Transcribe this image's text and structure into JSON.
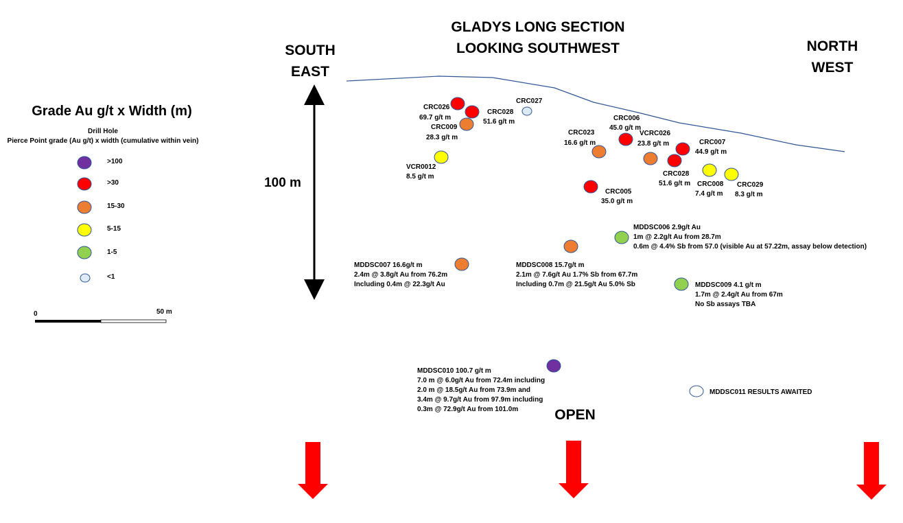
{
  "title": [
    "GLADYS LONG SECTION",
    "LOOKING SOUTHWEST"
  ],
  "directions": {
    "left": [
      "SOUTH",
      "EAST"
    ],
    "right": [
      "NORTH",
      "WEST"
    ]
  },
  "vertical_scale_label": "100 m",
  "open_label": "OPEN",
  "legend": {
    "title": "Grade Au g/t  x Width (m)",
    "subtitle1": "Drill Hole",
    "subtitle2": "Pierce Point grade (Au g/t)  x width (cumulative within vein)",
    "items": [
      {
        "label": ">100",
        "color": "#7030A0"
      },
      {
        "label": ">30",
        "color": "#FF0000"
      },
      {
        "label": "15-30",
        "color": "#ED7D31"
      },
      {
        "label": "5-15",
        "color": "#FFFF00"
      },
      {
        "label": "1-5",
        "color": "#92D050"
      },
      {
        "label": "<1",
        "color": "#DEEBF7"
      }
    ]
  },
  "scale_bar": {
    "start": "0",
    "end": "50 m"
  },
  "colors": {
    "surface_line": "#2F5597",
    "marker_stroke": "#2F5597",
    "arrow": "#FF0000"
  },
  "drill_holes": [
    {
      "name": "CRC026",
      "grade": "69.7 g/t m",
      "class": ">30"
    },
    {
      "name": "CRC028",
      "grade": "51.6 g/t m",
      "class": ">30"
    },
    {
      "name": "CRC009",
      "grade": "28.3 g/t m",
      "class": "15-30"
    },
    {
      "name": "CRC027",
      "grade": "",
      "class": "<1"
    },
    {
      "name": "VCR0012",
      "grade": "8.5 g/t m",
      "class": "5-15"
    },
    {
      "name": "CRC023",
      "grade": "16.6 g/t m",
      "class": "15-30"
    },
    {
      "name": "CRC006",
      "grade": "45.0 g/t m",
      "class": ">30"
    },
    {
      "name": "VCRC026",
      "grade": "23.8 g/t m",
      "class": "15-30"
    },
    {
      "name": "CRC007",
      "grade": "44.9 g/t m",
      "class": ">30"
    },
    {
      "name": "CRC028",
      "grade": "51.6 g/t m",
      "class": ">30"
    },
    {
      "name": "CRC008",
      "grade": "7.4 g/t m",
      "class": "5-15"
    },
    {
      "name": "CRC029",
      "grade": "8.3 g/t m",
      "class": "5-15"
    },
    {
      "name": "CRC005",
      "grade": "35.0 g/t m",
      "class": ">30"
    },
    {
      "name": "MDDSC006 2.9g/t Au",
      "lines": [
        "1m @ 2.2g/t Au from 28.7m",
        "0.6m @ 4.4% Sb from 57.0 (visible Au at 57.22m, assay below detection)"
      ],
      "class": "1-5"
    },
    {
      "name": "MDDSC007 16.6g/t  m",
      "lines": [
        "2.4m @ 3.8g/t Au from 76.2m",
        "Including 0.4m @ 22.3g/t Au"
      ],
      "class": "15-30"
    },
    {
      "name": "MDDSC008 15.7g/t m",
      "lines": [
        "2.1m @ 7.6g/t Au 1.7% Sb from 67.7m",
        "Including 0.7m @ 21.5g/t Au 5.0% Sb"
      ],
      "class": "15-30"
    },
    {
      "name": "MDDSC009 4.1 g/t m",
      "lines": [
        "1.7m @ 2.4g/t Au from 67m",
        "No Sb assays TBA"
      ],
      "class": "1-5"
    },
    {
      "name": "MDDSC010 100.7 g/t m",
      "lines": [
        "7.0 m @ 6.0g/t Au from 72.4m including",
        "2.0 m @ 18.5g/t Au from 73.9m and",
        "3.4m @ 9.7g/t Au from 97.9m including",
        "0.3m @ 72.9g/t Au from 101.0m"
      ],
      "class": ">100"
    },
    {
      "name": "MDDSC011 RESULTS AWAITED",
      "class": "awaited"
    }
  ]
}
